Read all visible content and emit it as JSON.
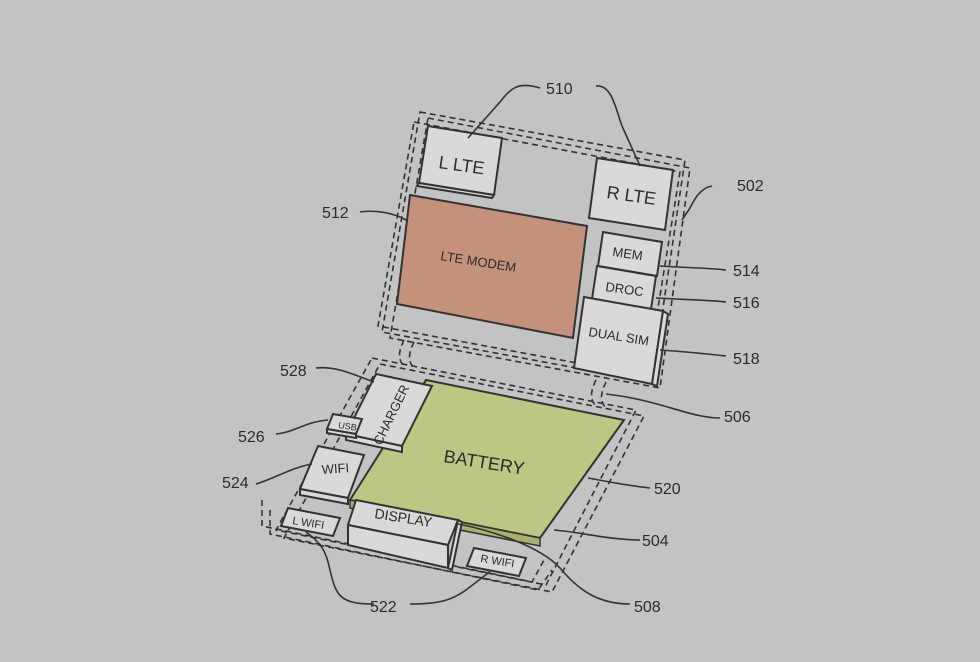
{
  "colors": {
    "background": "#c3c3c3",
    "lte_modem": "#c4917a",
    "battery": "#bec684",
    "component": "#d9d9d9",
    "line": "#333333"
  },
  "components": {
    "l_lte": "L LTE",
    "r_lte": "R LTE",
    "lte_modem": "LTE MODEM",
    "mem": "MEM",
    "droc": "DROC",
    "dual_sim": "DUAL SIM",
    "charger": "CHARGER",
    "usb": "USB",
    "wifi": "WIFI",
    "battery": "BATTERY",
    "display": "DISPLAY",
    "l_wifi": "L WIFI",
    "r_wifi": "R WIFI"
  },
  "references": {
    "r510": "510",
    "r502": "502",
    "r512": "512",
    "r514": "514",
    "r516": "516",
    "r518": "518",
    "r528": "528",
    "r506": "506",
    "r526": "526",
    "r524": "524",
    "r520": "520",
    "r504": "504",
    "r522": "522",
    "r508": "508"
  }
}
